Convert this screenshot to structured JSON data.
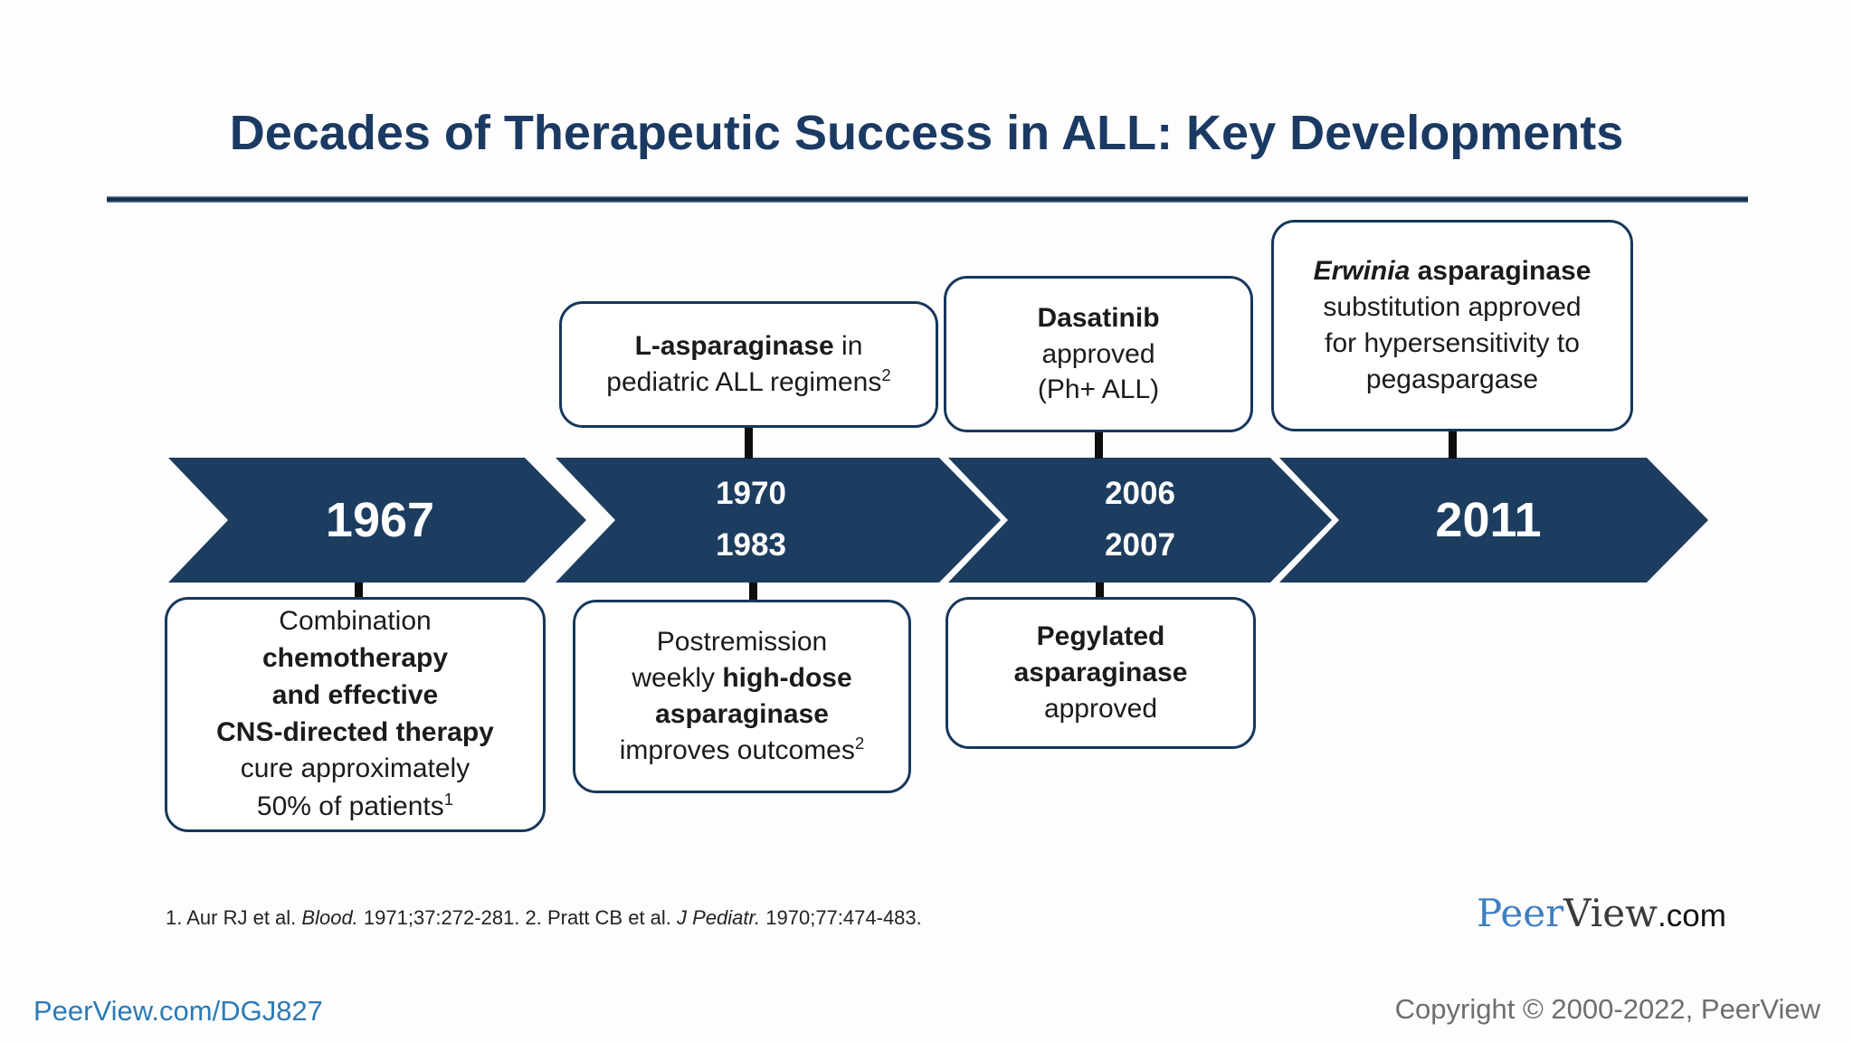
{
  "title": "Decades of Therapeutic Success in ALL: Key Developments",
  "timeline": {
    "seg1": {
      "year": "1967"
    },
    "seg2": {
      "year_top": "1970",
      "year_bottom": "1983"
    },
    "seg3": {
      "year_top": "2006",
      "year_bottom": "2007"
    },
    "seg4": {
      "year": "2011"
    }
  },
  "boxes_above": {
    "l_asparaginase": {
      "name_bold": "L-asparaginase",
      "after_name": " in",
      "line2": "pediatric ALL regimens",
      "sup": "2"
    },
    "dasatinib": {
      "line1_bold": "Dasatinib",
      "line2": "approved",
      "line3": "(Ph+ ALL)"
    },
    "erwinia": {
      "name_bold_italic": "Erwinia",
      "name_bold": " asparaginase",
      "line2": "substitution approved",
      "line3": "for hypersensitivity to",
      "line4": "pegaspargase"
    }
  },
  "boxes_below": {
    "combination": {
      "line1": "Combination",
      "line2_bold": "chemotherapy",
      "line3_bold": "and effective",
      "line4_bold": "CNS-directed therapy",
      "line5": "cure approximately",
      "line6": "50% of patients",
      "sup": "1"
    },
    "postremission": {
      "line1": "Postremission",
      "line2_normal": "weekly ",
      "line2_bold": "high-dose",
      "line3_bold": "asparaginase",
      "line4": "improves outcomes",
      "sup": "2"
    },
    "pegylated": {
      "line1_bold": "Pegylated",
      "line2_bold": "asparaginase",
      "line3": "approved"
    }
  },
  "footnote": {
    "part1": "1. Aur RJ et al. ",
    "ref1_italic": "Blood.",
    "part2": " 1971;37:272-281. 2. Pratt CB et al. ",
    "ref2_italic": "J Pediatr.",
    "part3": " 1970;77:474-483."
  },
  "logo": {
    "peer": "Peer",
    "view": "View",
    "dotcom": ".com"
  },
  "footer": {
    "link": "PeerView.com/DGJ827",
    "copyright": "Copyright © 2000-2022, PeerView"
  },
  "colors": {
    "navy_chevron": "#1d3d60",
    "navy_border": "#17375c",
    "title_navy": "#1b3a63",
    "divider_navy": "#14304e",
    "link_blue": "#2a7ab8",
    "logo_blue": "#3f7fbe",
    "copyright_gray": "#6e6e6e",
    "connector_black": "#0d0d0d",
    "year_text_white": "#ffffff"
  }
}
